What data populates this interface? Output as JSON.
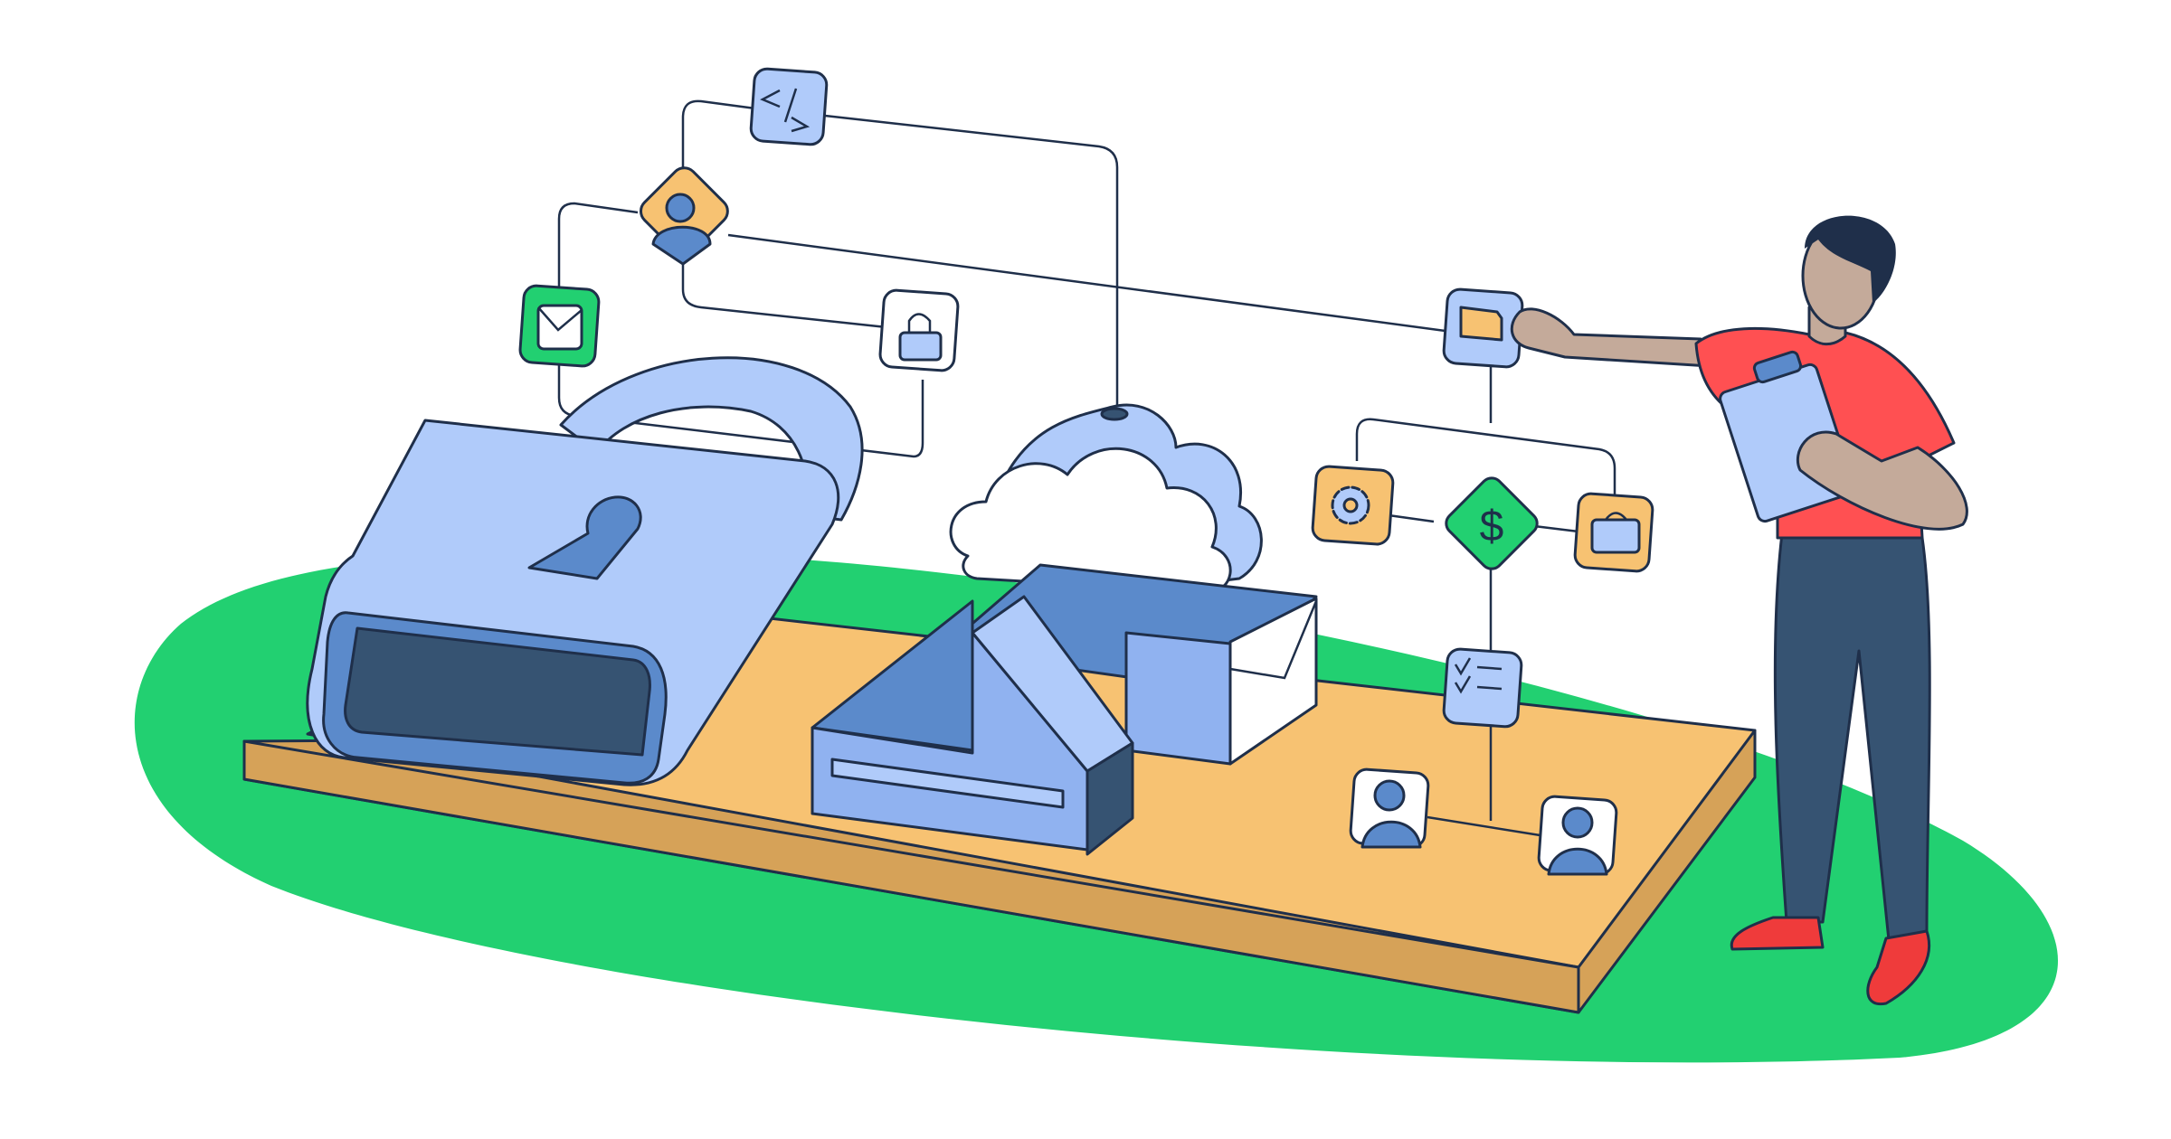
{
  "illustration": {
    "title": "Person managing secure cloud workflow",
    "colors": {
      "background": "#ffffff",
      "ground_green": "#22d071",
      "platform_top": "#f7c272",
      "platform_side": "#d6a258",
      "outline": "#1f2f4a",
      "blue_light": "#b0cbfa",
      "blue_mid": "#90b2f0",
      "blue_dark": "#5b8acb",
      "navy": "#365372",
      "orange": "#f7c272",
      "green": "#22d071",
      "shirt_red": "#ff5052",
      "skin": "#c4aa9a",
      "pants": "#365372",
      "shoe_red": "#ef3b3b"
    },
    "nodes": [
      {
        "name": "code-node",
        "icon": "code-icon"
      },
      {
        "name": "user-node",
        "icon": "user-icon"
      },
      {
        "name": "mail-node",
        "icon": "mail-icon"
      },
      {
        "name": "lock-node",
        "icon": "lock-icon"
      },
      {
        "name": "folder-node",
        "icon": "folder-icon"
      },
      {
        "name": "settings-node",
        "icon": "gear-icon"
      },
      {
        "name": "finance-node",
        "icon": "dollar-icon"
      },
      {
        "name": "briefcase-node",
        "icon": "briefcase-icon"
      },
      {
        "name": "checklist-node",
        "icon": "checklist-icon"
      },
      {
        "name": "profile-node-left",
        "icon": "user-icon"
      },
      {
        "name": "profile-node-right",
        "icon": "user-icon"
      }
    ],
    "objects": [
      "padlock",
      "cloud",
      "factory-building",
      "envelope-box",
      "platform",
      "person",
      "clipboard"
    ]
  }
}
